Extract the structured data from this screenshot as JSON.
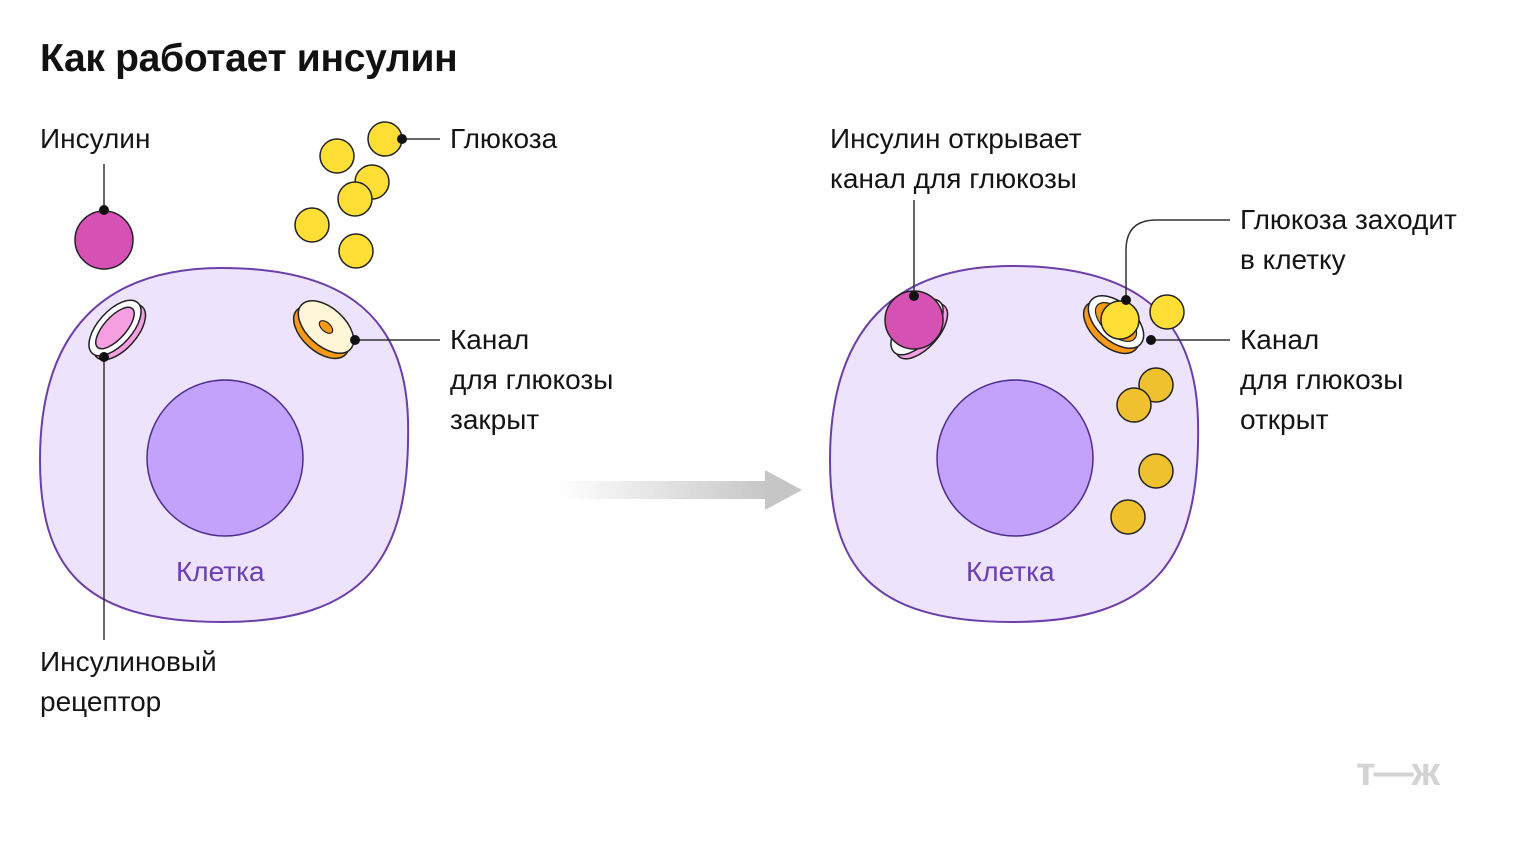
{
  "title": "Как работает инсулин",
  "left": {
    "insulin": "Инсулин",
    "glucose": "Глюкоза",
    "channel_closed": "Канал\nдля глюкозы\nзакрыт",
    "cell": "Клетка",
    "receptor": "Инсулиновый\nрецептор"
  },
  "right": {
    "insulin_opens": "Инсулин открывает\nканал для глюкозы",
    "glucose_enters": "Глюкоза заходит\nв клетку",
    "channel_open": "Канал\nдля глюкозы\nоткрыт",
    "cell": "Клетка"
  },
  "logo": "т—ж",
  "colors": {
    "cell_fill": "#ede3fd",
    "cell_stroke": "#6b3fa9",
    "nucleus": "#c3a2fb",
    "insulin": "#d551b4",
    "receptor": "#f59ee0",
    "glucose": "#ffde36",
    "glucose_inside": "#efc12f",
    "channel": "#f79a19"
  }
}
